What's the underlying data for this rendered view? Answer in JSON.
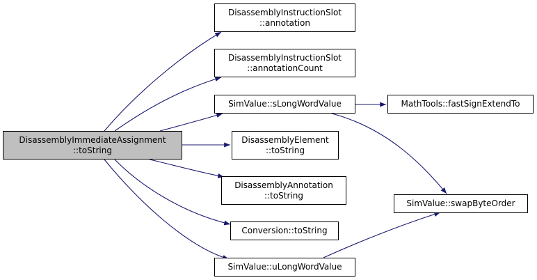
{
  "nodes": [
    {
      "id": "root",
      "lines": [
        "DisassemblyImmediateAssignment",
        "::toString"
      ],
      "highlight": true
    },
    {
      "id": "annotation",
      "lines": [
        "DisassemblyInstructionSlot",
        "::annotation"
      ]
    },
    {
      "id": "annotationCount",
      "lines": [
        "DisassemblyInstructionSlot",
        "::annotationCount"
      ]
    },
    {
      "id": "sLongWordValue",
      "lines": [
        "SimValue::sLongWordValue"
      ]
    },
    {
      "id": "fastSignExtendTo",
      "lines": [
        "MathTools::fastSignExtendTo"
      ]
    },
    {
      "id": "elementToString",
      "lines": [
        "DisassemblyElement",
        "::toString"
      ]
    },
    {
      "id": "annotationToString",
      "lines": [
        "DisassemblyAnnotation",
        "::toString"
      ]
    },
    {
      "id": "swapByteOrder",
      "lines": [
        "SimValue::swapByteOrder"
      ]
    },
    {
      "id": "conversionToString",
      "lines": [
        "Conversion::toString"
      ]
    },
    {
      "id": "uLongWordValue",
      "lines": [
        "SimValue::uLongWordValue"
      ]
    }
  ],
  "edges": [
    {
      "from": "root",
      "to": "annotation"
    },
    {
      "from": "root",
      "to": "annotationCount"
    },
    {
      "from": "root",
      "to": "sLongWordValue"
    },
    {
      "from": "root",
      "to": "elementToString"
    },
    {
      "from": "root",
      "to": "annotationToString"
    },
    {
      "from": "root",
      "to": "conversionToString"
    },
    {
      "from": "root",
      "to": "uLongWordValue"
    },
    {
      "from": "sLongWordValue",
      "to": "fastSignExtendTo"
    },
    {
      "from": "sLongWordValue",
      "to": "swapByteOrder"
    },
    {
      "from": "uLongWordValue",
      "to": "swapByteOrder"
    }
  ],
  "colors": {
    "edge": "#191970",
    "node_fill": "#ffffff",
    "root_fill": "#bfbfbf",
    "border": "#000000"
  }
}
